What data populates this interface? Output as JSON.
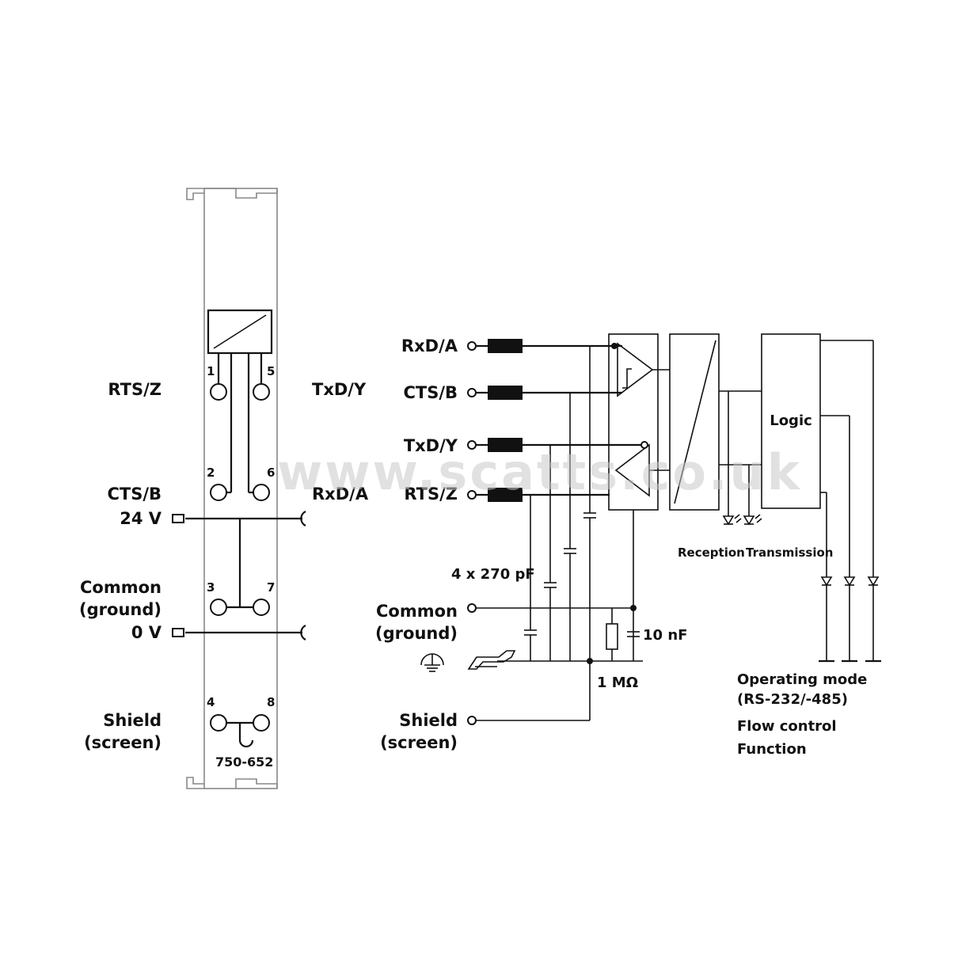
{
  "module": {
    "part_number": "750-652",
    "left_labels": {
      "rts_z": "RTS/Z",
      "cts_b": "CTS/B",
      "v24": "24 V",
      "common_1": "Common",
      "common_2": "(ground)",
      "v0": "0 V",
      "shield_1": "Shield",
      "shield_2": "(screen)"
    },
    "right_labels": {
      "txd_y": "TxD/Y",
      "rxd_a": "RxD/A"
    },
    "pins": [
      "1",
      "5",
      "2",
      "6",
      "3",
      "7",
      "4",
      "8"
    ]
  },
  "circuit": {
    "inputs": [
      "RxD/A",
      "CTS/B",
      "TxD/Y",
      "RTS/Z"
    ],
    "common_1": "Common",
    "common_2": "(ground)",
    "shield_1": "Shield",
    "shield_2": "(screen)",
    "capacitors": "4 x 270 pF",
    "cap_10nf": "10 nF",
    "resistor": "1 MΩ",
    "logic": "Logic",
    "reception": "Reception",
    "transmission": "Transmission",
    "notes": [
      "Operating mode",
      "(RS-232/-485)",
      "Flow control",
      "Function"
    ]
  },
  "watermark": "www.scatts.co.uk"
}
